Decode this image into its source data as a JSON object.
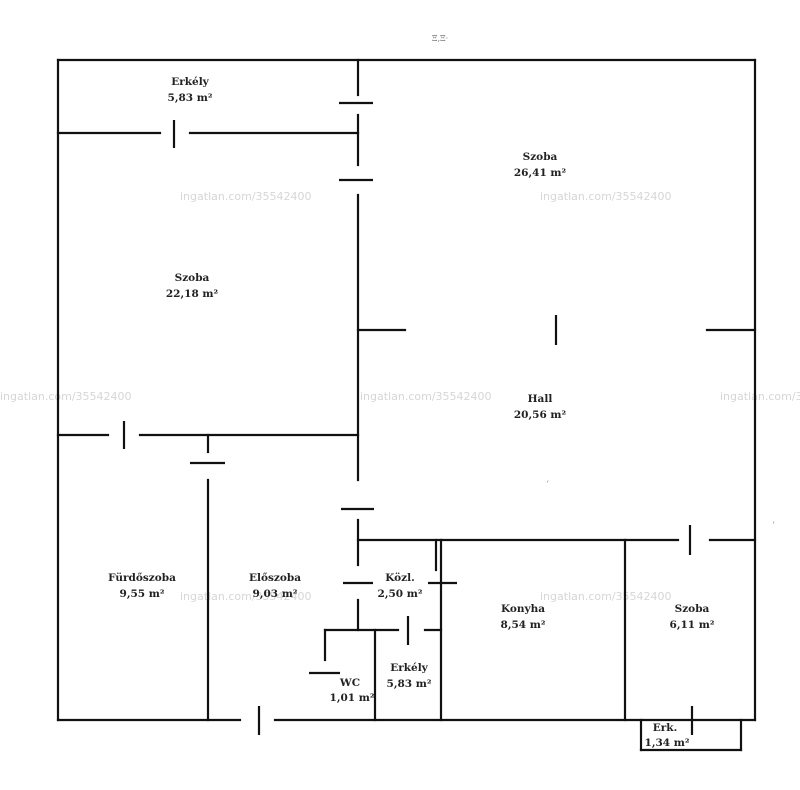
{
  "header": {
    "note": "Ξ‚Ξ·"
  },
  "watermark": {
    "text": "ingatlan.com/35542400"
  },
  "rooms": {
    "erkely_top": {
      "name": "Erkély",
      "area": "5,83 m²"
    },
    "szoba_large": {
      "name": "Szoba",
      "area": "26,41 m²"
    },
    "szoba_left": {
      "name": "Szoba",
      "area": "22,18 m²"
    },
    "hall": {
      "name": "Hall",
      "area": "20,56 m²"
    },
    "furdoszoba": {
      "name": "Fürdőszoba",
      "area": "9,55 m²"
    },
    "eloszoba": {
      "name": "Előszoba",
      "area": "9,03 m²"
    },
    "kozl": {
      "name": "Közl.",
      "area": "2,50 m²"
    },
    "konyha": {
      "name": "Konyha",
      "area": "8,54 m²"
    },
    "szoba_small": {
      "name": "Szoba",
      "area": "6,11 m²"
    },
    "wc": {
      "name": "WC",
      "area": "1,01 m²"
    },
    "erkely_small": {
      "name": "Erkély",
      "area": "5,83 m²"
    },
    "erk": {
      "name": "Erk.",
      "area": "1,34 m²"
    }
  }
}
